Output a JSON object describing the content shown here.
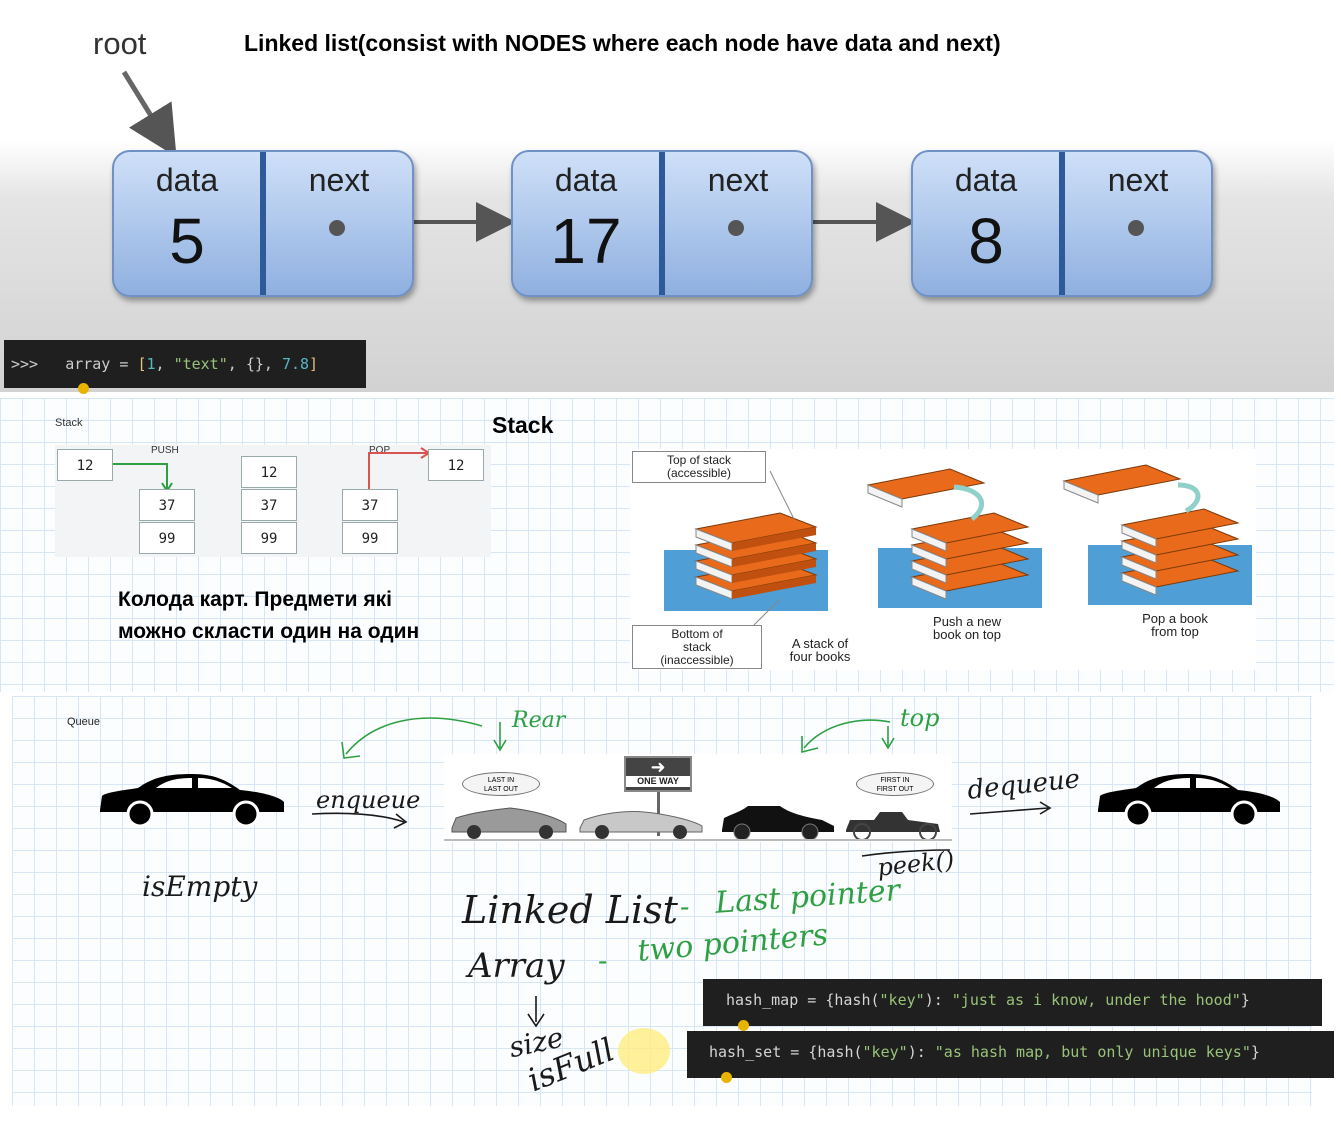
{
  "linked_list": {
    "title": "Linked list(consist with NODES where each node have data and next)",
    "root_label": "root",
    "nodes": [
      {
        "data_label": "data",
        "next_label": "next",
        "value": "5"
      },
      {
        "data_label": "data",
        "next_label": "next",
        "value": "17"
      },
      {
        "data_label": "data",
        "next_label": "next",
        "value": "8"
      }
    ],
    "colors": {
      "node_fill": "#a9c4ec",
      "node_border": "#6f91c4",
      "divider": "#2f5a9a",
      "arrow": "#555555"
    }
  },
  "console_array": {
    "prompt": ">>>",
    "code_prefix": "array = ",
    "open": "[",
    "n1": "1",
    "comma1": ", ",
    "s1": "\"text\"",
    "comma2": ", ",
    "obj": "{}",
    "comma3": ", ",
    "n2": "7.8",
    "close": "]"
  },
  "stack": {
    "title": "Stack",
    "small_label": "Stack",
    "push_label": "PUSH",
    "pop_label": "POP",
    "push_cells": [
      "12",
      "37",
      "99"
    ],
    "middle_cells": [
      "12",
      "37",
      "99"
    ],
    "pop_cells": [
      "12",
      "37",
      "99"
    ],
    "description_line1": "Колода карт. Предмети які",
    "description_line2": "можно скласти один на один",
    "books": {
      "top_of_stack_1": "Top of stack",
      "top_of_stack_2": "(accessible)",
      "bottom_1": "Bottom of",
      "bottom_2": "stack",
      "bottom_3": "(inaccessible)",
      "four_books_1": "A stack of",
      "four_books_2": "four books",
      "push_1": "Push a new",
      "push_2": "book on top",
      "pop_1": "Pop a book",
      "pop_2": "from top"
    },
    "colors": {
      "book_cover": "#e86a1a",
      "water": "#4f9fd6"
    }
  },
  "queue": {
    "small_label": "Queue",
    "rear": "Rear",
    "top": "top",
    "enqueue": "enqueue",
    "dequeue": "dequeue",
    "is_empty": "isEmpty",
    "peek": "peek()",
    "sign": "ONE WAY",
    "bubble_left_1": "LAST IN",
    "bubble_left_2": "LAST OUT",
    "bubble_right_1": "FIRST IN",
    "bubble_right_2": "FIRST OUT",
    "linked_list_note": "Linked List",
    "linked_list_dash": "-",
    "linked_list_green": "Last pointer",
    "array_note": "Array",
    "array_dash": "-",
    "array_green": "two pointers",
    "size": "size",
    "is_full": "isFull",
    "ink_color": "#2ea043"
  },
  "console_hash_map": {
    "code_prefix": "hash_map = {hash(",
    "key": "\"key\"",
    "mid": "): ",
    "value": "\"just as i know, under the hood\"",
    "close": "}"
  },
  "console_hash_set": {
    "code_prefix": "hash_set = {hash(",
    "key": "\"key\"",
    "mid": "): ",
    "value": "\"as hash map, but only unique keys\"",
    "close": "}"
  }
}
